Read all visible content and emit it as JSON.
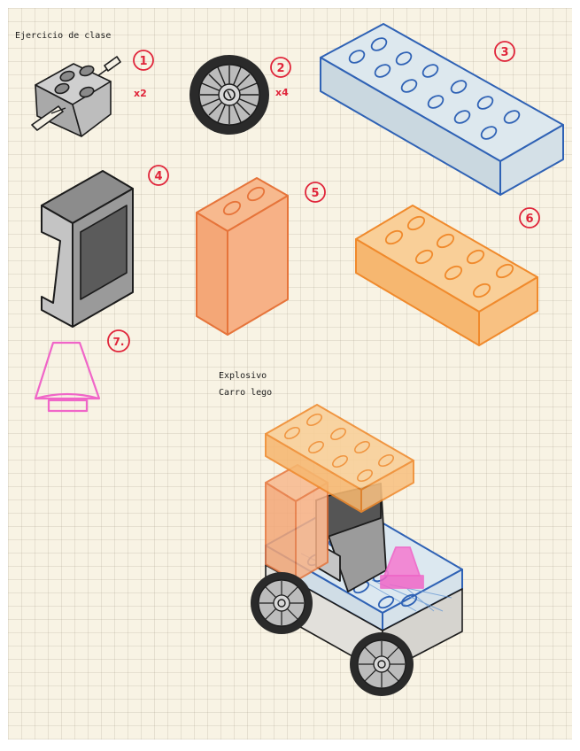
{
  "header": {
    "title": "Ejercicio de clase"
  },
  "parts": [
    {
      "number": "1",
      "multiplier": "x2"
    },
    {
      "number": "2",
      "multiplier": "x4"
    },
    {
      "number": "3"
    },
    {
      "number": "4"
    },
    {
      "number": "5"
    },
    {
      "number": "6"
    },
    {
      "number": "7."
    }
  ],
  "assembly": {
    "line1": "Explosivo",
    "line2": "Carro lego"
  },
  "colors": {
    "blue": "#2f62b5",
    "blue_fill": "#dbe6ef",
    "orange": "#f08a2c",
    "orange_fill": "#f9c07e",
    "salmon": "#f29a6b",
    "grey_dark": "#6e6e6e",
    "grey_mid": "#9a9a9a",
    "pink": "#f066c8",
    "red": "#e0253a"
  }
}
